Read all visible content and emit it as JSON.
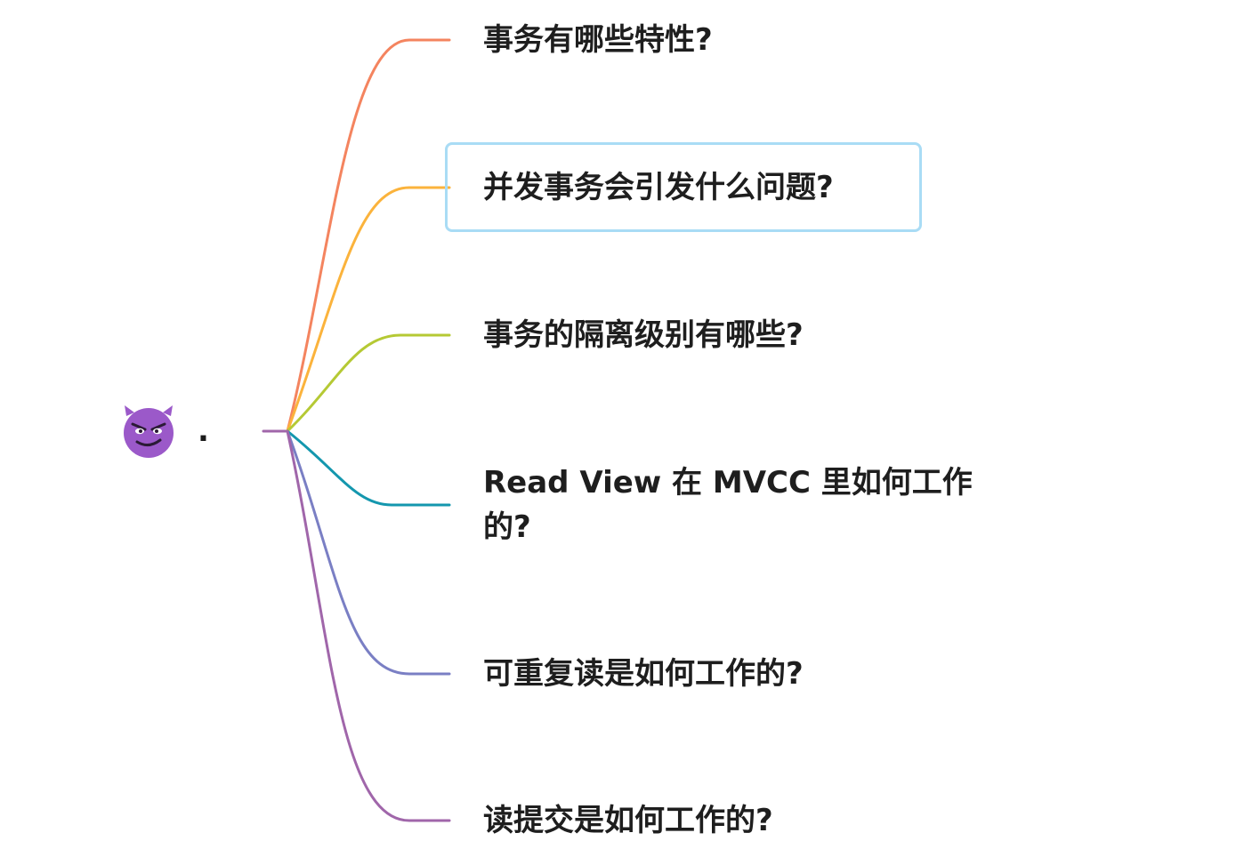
{
  "root": {
    "icon": "smiling-devil-icon",
    "label": "."
  },
  "branches": [
    {
      "label": "事务有哪些特性?",
      "color": "#f4845f"
    },
    {
      "label": "并发事务会引发什么问题?",
      "color": "#fbb33c",
      "selected": true
    },
    {
      "label": "事务的隔离级别有哪些?",
      "color": "#b5c934"
    },
    {
      "label": "Read View 在 MVCC 里如何工作的?",
      "color": "#1497ae"
    },
    {
      "label": "可重复读是如何工作的?",
      "color": "#7a7fc4"
    },
    {
      "label": "读提交是如何工作的?",
      "color": "#a066aa"
    }
  ],
  "colors": {
    "selection_border": "#a9dcf5",
    "root_stub": "#a066aa",
    "devil_face": "#9b59c9"
  }
}
